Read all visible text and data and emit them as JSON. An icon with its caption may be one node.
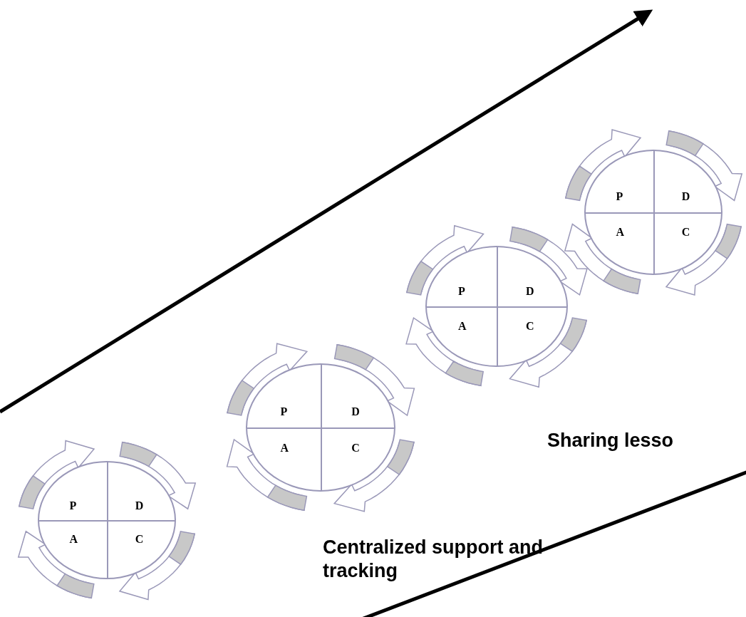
{
  "diagram": {
    "nodes": [
      {
        "text": [
          "P",
          "D",
          "A",
          "C"
        ]
      },
      {
        "text": [
          "P",
          "D",
          "A",
          "C"
        ]
      },
      {
        "text": [
          "P",
          "D",
          "A",
          "C"
        ]
      },
      {
        "text": [
          "P",
          "D",
          "A",
          "C"
        ]
      }
    ],
    "labels": [
      "Sharing lesso",
      "Centralized support and tracking"
    ]
  }
}
